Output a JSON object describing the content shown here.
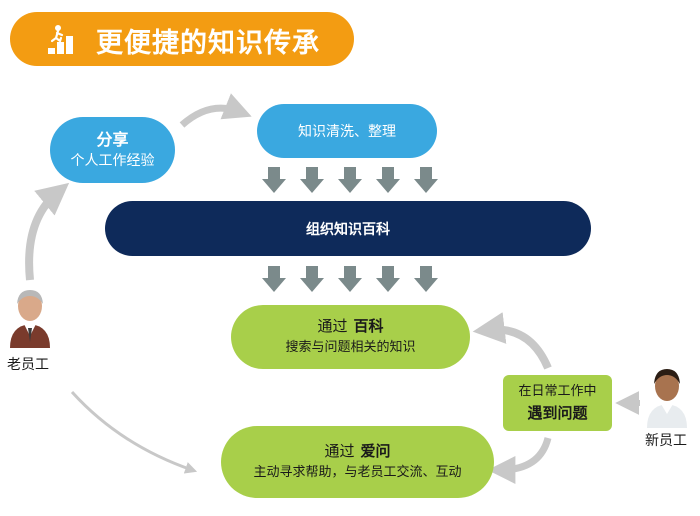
{
  "title": "更便捷的知识传承",
  "nodes": {
    "share": {
      "title": "分享",
      "subtitle": "个人工作经验"
    },
    "clean": {
      "label": "知识清洗、整理"
    },
    "wiki": {
      "label": "组织知识百科"
    },
    "via_wiki": {
      "prefix": "通过",
      "keyword": "百科",
      "desc": "搜索与问题相关的知识"
    },
    "via_ask": {
      "prefix": "通过",
      "keyword": "爱问",
      "desc": "主动寻求帮助，与老员工交流、互动"
    },
    "problem": {
      "line1": "在日常工作中",
      "line2": "遇到问题"
    }
  },
  "people": {
    "old": "老员工",
    "new": "新员工"
  },
  "colors": {
    "title_banner": "#f39c12",
    "blue_node": "#3aa8e0",
    "navy_node": "#0e2a5a",
    "green_node": "#a8cf4a",
    "arrow_gray": "#c8c8c8",
    "down_arrow": "#7b8a8b"
  }
}
